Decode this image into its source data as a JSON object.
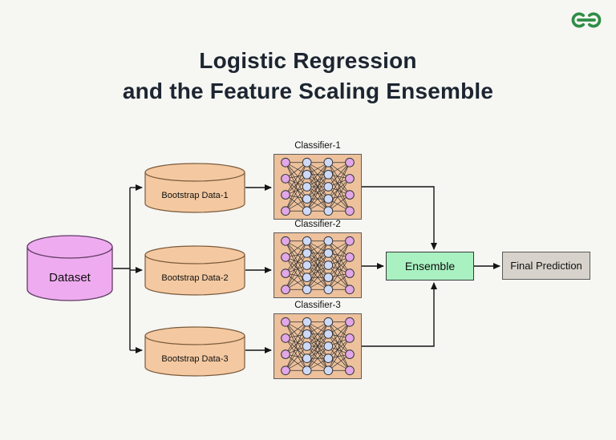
{
  "title": {
    "line1": "Logistic Regression",
    "line2": "and the Feature Scaling Ensemble"
  },
  "logo": {
    "name": "geeksforgeeks-logo"
  },
  "colors": {
    "background": "#f6f6f3",
    "title": "#1c2530",
    "brand": "#2f8d46",
    "arrow": "#141414",
    "dataset_fill": "#efabf0",
    "dataset_stroke": "#5f3d63",
    "bootstrap_fill": "#f4c9a1",
    "bootstrap_stroke": "#7a5a3a",
    "classifier_fill": "#edc19c",
    "classifier_stroke": "#5d5d5d",
    "ensemble_fill": "#a9f1c1",
    "ensemble_stroke": "#3a3a3a",
    "final_fill": "#d7d3cc",
    "final_stroke": "#5a5a5a"
  },
  "diagram": {
    "dataset": {
      "label": "Dataset"
    },
    "bootstraps": [
      {
        "label": "Bootstrap Data-1"
      },
      {
        "label": "Bootstrap Data-2"
      },
      {
        "label": "Bootstrap Data-3"
      }
    ],
    "classifiers": [
      {
        "label": "Classifier-1"
      },
      {
        "label": "Classifier-2"
      },
      {
        "label": "Classifier-3"
      }
    ],
    "ensemble": {
      "label": "Ensemble"
    },
    "final_prediction": {
      "label": "Final Prediction"
    },
    "network": {
      "layers": [
        4,
        5,
        5,
        4
      ],
      "layer_colors": [
        "#e1a7e8",
        "#cdd9f6",
        "#cdd9f6",
        "#e1a7e8"
      ],
      "node_stroke": "#333333",
      "edge_color": "#2f2f2f"
    }
  }
}
